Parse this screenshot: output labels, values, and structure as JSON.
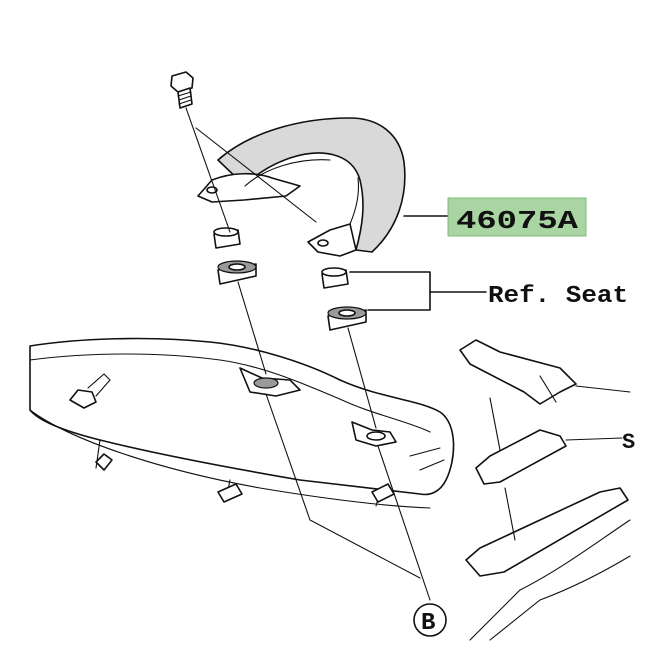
{
  "part_label": {
    "text": "46075A",
    "highlight_color": "#a8d5a2"
  },
  "ref_label": {
    "text": "Ref. Seat"
  },
  "side_label": {
    "text": "S"
  },
  "callout": {
    "text": "B"
  }
}
